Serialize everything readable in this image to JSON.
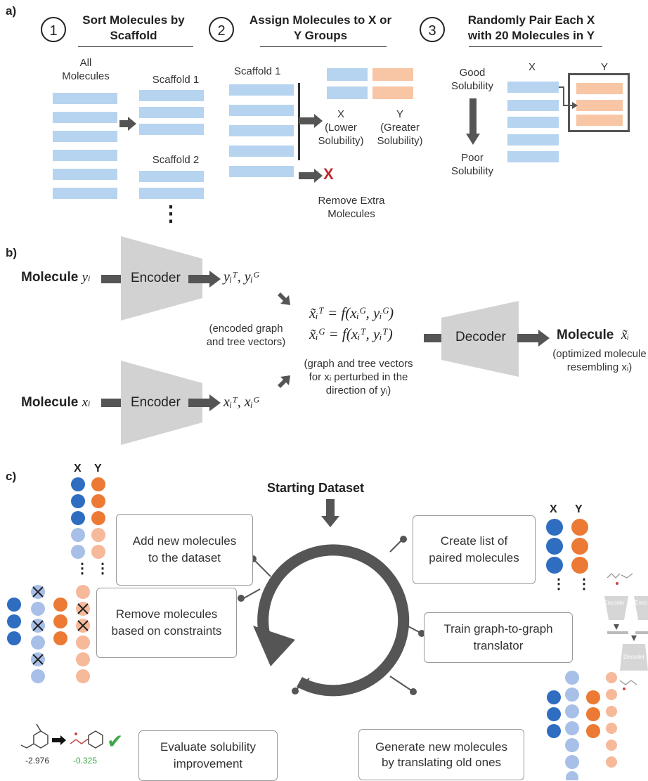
{
  "panel_a": {
    "label": "a)",
    "step1": {
      "num": "1",
      "title_line1": "Sort Molecules by",
      "title_line2": "Scaffold",
      "all_line1": "All",
      "all_line2": "Molecules",
      "scaffold1": "Scaffold 1",
      "scaffold2": "Scaffold 2",
      "ellipsis": "⋮"
    },
    "step2": {
      "num": "2",
      "title_line1": "Assign Molecules to X or",
      "title_line2": "Y Groups",
      "scaffold1": "Scaffold 1",
      "x_label": "X",
      "x_sub1": "(Lower",
      "x_sub2": "Solubility)",
      "y_label": "Y",
      "y_sub1": "(Greater",
      "y_sub2": "Solubility)",
      "remove_line1": "Remove Extra",
      "remove_line2": "Molecules",
      "cross": "X"
    },
    "step3": {
      "num": "3",
      "title_line1": "Randomly Pair Each X",
      "title_line2": "with 20 Molecules in Y",
      "good1": "Good",
      "good2": "Solubility",
      "poor1": "Poor",
      "poor2": "Solubility",
      "x_label": "X",
      "y_label": "Y"
    }
  },
  "panel_b": {
    "label": "b)",
    "mol_y": "Molecule",
    "mol_y_var": "y",
    "mol_x": "Molecule",
    "mol_x_var": "x",
    "encoder_top": "Encoder",
    "encoder_bottom": "Encoder",
    "encoded_line1": "(encoded graph",
    "encoded_line2": "and tree vectors)",
    "eq1": "x̃ᵢᵀ = f(xᵢᴳ, yᵢᴳ)",
    "eq2": "x̃ᵢᴳ = f(xᵢᵀ, yᵢᵀ)",
    "perturbed_line1": "(graph and tree vectors",
    "perturbed_line2": "for xᵢ perturbed in the",
    "perturbed_line3": "direction of yᵢ)",
    "decoder": "Decoder",
    "out_mol": "Molecule",
    "out_var": "x̃ᵢ",
    "out_line1": "(optimized molecule",
    "out_line2": "resembling xᵢ)",
    "y_vec": "yᵢᵀ, yᵢᴳ",
    "x_vec": "xᵢᵀ, xᵢᴳ"
  },
  "panel_c": {
    "label": "c)",
    "start": "Starting Dataset",
    "box_add": "Add new molecules to the dataset",
    "box_create": "Create list of paired molecules",
    "box_remove": "Remove molecules based on constraints",
    "box_train": "Train graph-to-graph translator",
    "box_eval": "Evaluate solubility improvement",
    "box_generate": "Generate new molecules by translating old ones",
    "x_label": "X",
    "y_label": "Y",
    "ellipsis": "⋮",
    "score_before": "-2.976",
    "score_after": "-0.325",
    "check": "✔",
    "mini_encoder1": "Encoder",
    "mini_encoder2": "Enco",
    "mini_decoder": "Decoder"
  },
  "colors": {
    "blue": "#2e6dbf",
    "light_blue": "#b6d4ef",
    "orange": "#ec7a34",
    "light_orange": "#f8c5a5",
    "gray": "#555555",
    "red": "#c0282d",
    "green": "#3fa84a"
  }
}
